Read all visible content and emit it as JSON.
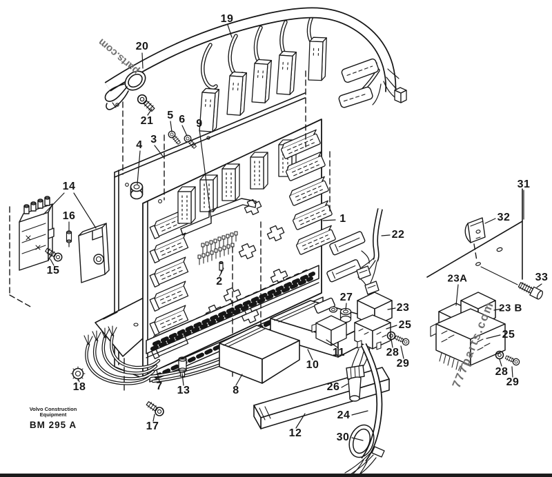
{
  "diagram": {
    "colors": {
      "background": "#ffffff",
      "line": "#161616",
      "watermark": "#6f6f6f",
      "bottom_bar": "#1b1b1b"
    },
    "watermark_top_left": "parts.com",
    "watermark_right": "777parts.com",
    "footer": {
      "brand_line1": "Volvo Construction",
      "brand_line2": "Equipment",
      "model": "BM 295 A"
    },
    "callouts": [
      {
        "label": "1"
      },
      {
        "label": "2"
      },
      {
        "label": "3"
      },
      {
        "label": "4"
      },
      {
        "label": "5"
      },
      {
        "label": "6"
      },
      {
        "label": "7"
      },
      {
        "label": "8"
      },
      {
        "label": "9"
      },
      {
        "label": "10"
      },
      {
        "label": "11"
      },
      {
        "label": "12"
      },
      {
        "label": "13"
      },
      {
        "label": "14"
      },
      {
        "label": "15"
      },
      {
        "label": "16"
      },
      {
        "label": "17"
      },
      {
        "label": "18"
      },
      {
        "label": "19"
      },
      {
        "label": "20"
      },
      {
        "label": "21"
      },
      {
        "label": "22"
      },
      {
        "label": "23"
      },
      {
        "label": "23A"
      },
      {
        "label": "23 B"
      },
      {
        "label": "24"
      },
      {
        "label": "25"
      },
      {
        "label": "25"
      },
      {
        "label": "26"
      },
      {
        "label": "27"
      },
      {
        "label": "28"
      },
      {
        "label": "28"
      },
      {
        "label": "29"
      },
      {
        "label": "29"
      },
      {
        "label": "30"
      },
      {
        "label": "31"
      },
      {
        "label": "32"
      },
      {
        "label": "33"
      }
    ]
  }
}
